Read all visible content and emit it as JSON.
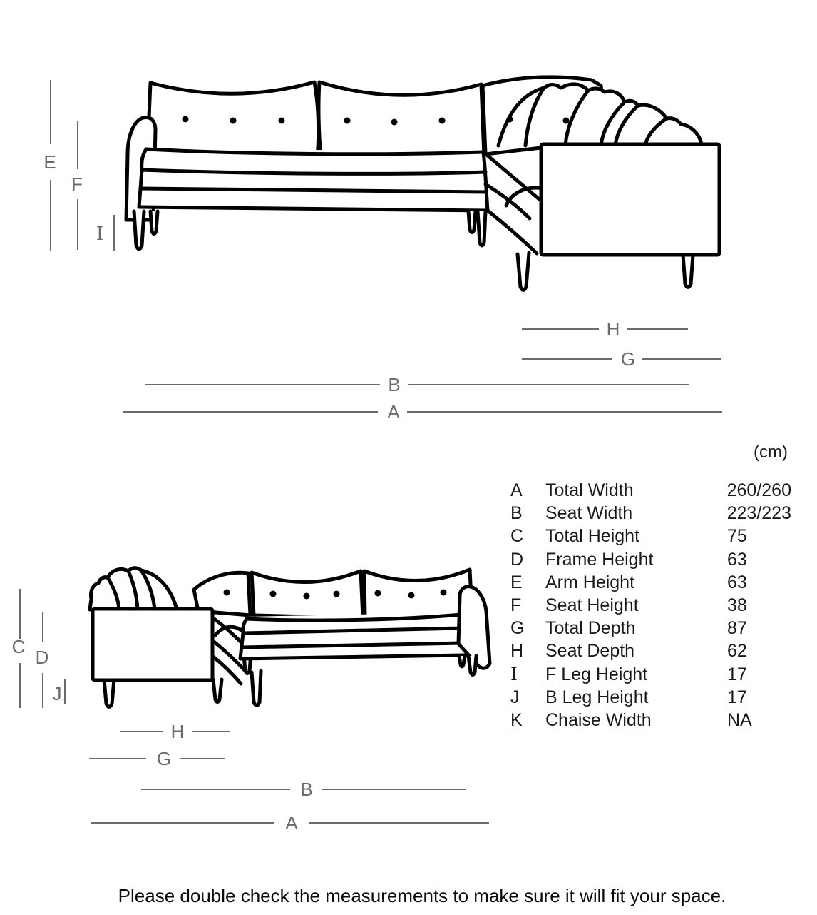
{
  "measurements": {
    "unit_label": "(cm)",
    "rows": [
      {
        "letter": "A",
        "name": "Total Width",
        "value": "260/260"
      },
      {
        "letter": "B",
        "name": "Seat Width",
        "value": "223/223"
      },
      {
        "letter": "C",
        "name": "Total Height",
        "value": "75"
      },
      {
        "letter": "D",
        "name": "Frame Height",
        "value": "63"
      },
      {
        "letter": "E",
        "name": "Arm Height",
        "value": "63"
      },
      {
        "letter": "F",
        "name": "Seat Height",
        "value": "38"
      },
      {
        "letter": "G",
        "name": "Total Depth",
        "value": "87"
      },
      {
        "letter": "H",
        "name": "Seat Depth",
        "value": "62"
      },
      {
        "letter": "I",
        "name": "F Leg Height",
        "value": "17"
      },
      {
        "letter": "J",
        "name": "B Leg Height",
        "value": "17"
      },
      {
        "letter": "K",
        "name": "Chaise Width",
        "value": "NA"
      }
    ]
  },
  "diagrams": {
    "front": {
      "letters": {
        "arm_height": "E",
        "seat_height": "F",
        "front_leg_height": "I",
        "seat_depth": "H",
        "total_depth": "G",
        "seat_width": "B",
        "total_width": "A"
      }
    },
    "back": {
      "letters": {
        "total_height": "C",
        "frame_height": "D",
        "back_leg_height": "J",
        "seat_depth": "H",
        "total_depth": "G",
        "seat_width": "B",
        "total_width": "A"
      }
    }
  },
  "footer": {
    "note": "Please double check the measurements to make sure it will fit your space."
  },
  "colors": {
    "line_art": "#000000",
    "dimension_gray": "#6b6b6b",
    "text": "#1a1a1a"
  }
}
